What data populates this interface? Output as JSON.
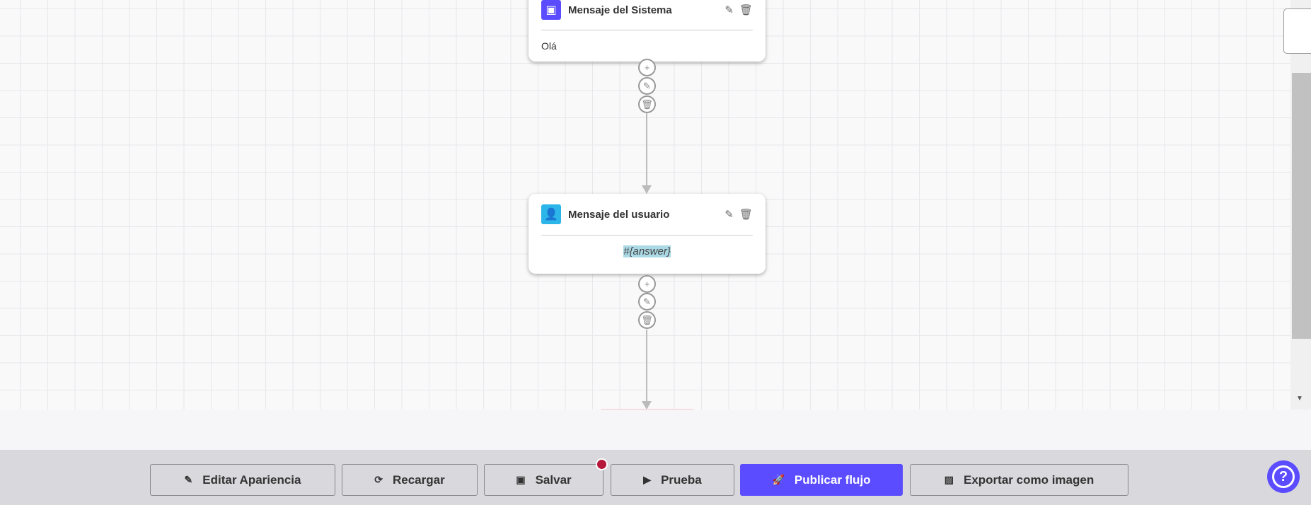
{
  "nodes": [
    {
      "title": "Mensaje del Sistema",
      "body": "Olá",
      "icon": "robot-icon",
      "color": "#5b4dff"
    },
    {
      "title": "Mensaje del usuario",
      "body": "#{answer}",
      "icon": "user-icon",
      "color": "#2bb5e8"
    }
  ],
  "toolbar": {
    "edit_appearance": "Editar Apariencia",
    "reload": "Recargar",
    "save": "Salvar",
    "test": "Prueba",
    "publish": "Publicar flujo",
    "export": "Exportar como imagen"
  },
  "colors": {
    "accent": "#5b4dff",
    "unsaved_dot": "#b5183a"
  }
}
